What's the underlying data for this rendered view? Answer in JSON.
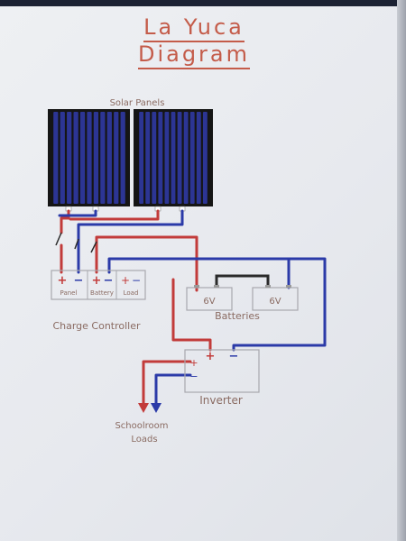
{
  "title": {
    "line1": "La Yuca",
    "line2": "Diagram"
  },
  "labels": {
    "solar_panels": "Solar Panels",
    "panel_terminal": "Panel",
    "battery_terminal": "Battery",
    "load_terminal": "Load",
    "charge_controller": "Charge Controller",
    "battery_1": "6V",
    "battery_2": "6V",
    "batteries": "Batteries",
    "inverter": "Inverter",
    "loads_line1": "Schoolroom",
    "loads_line2": "Loads",
    "plus": "+",
    "minus": "−"
  },
  "colors": {
    "positive_wire": "#c23b3a",
    "negative_wire": "#2b3aa8",
    "link_wire": "#2a2a2a",
    "panel_cells": "#2c3594",
    "panel_frame": "#151515",
    "box_outline": "#a8a8ae"
  }
}
